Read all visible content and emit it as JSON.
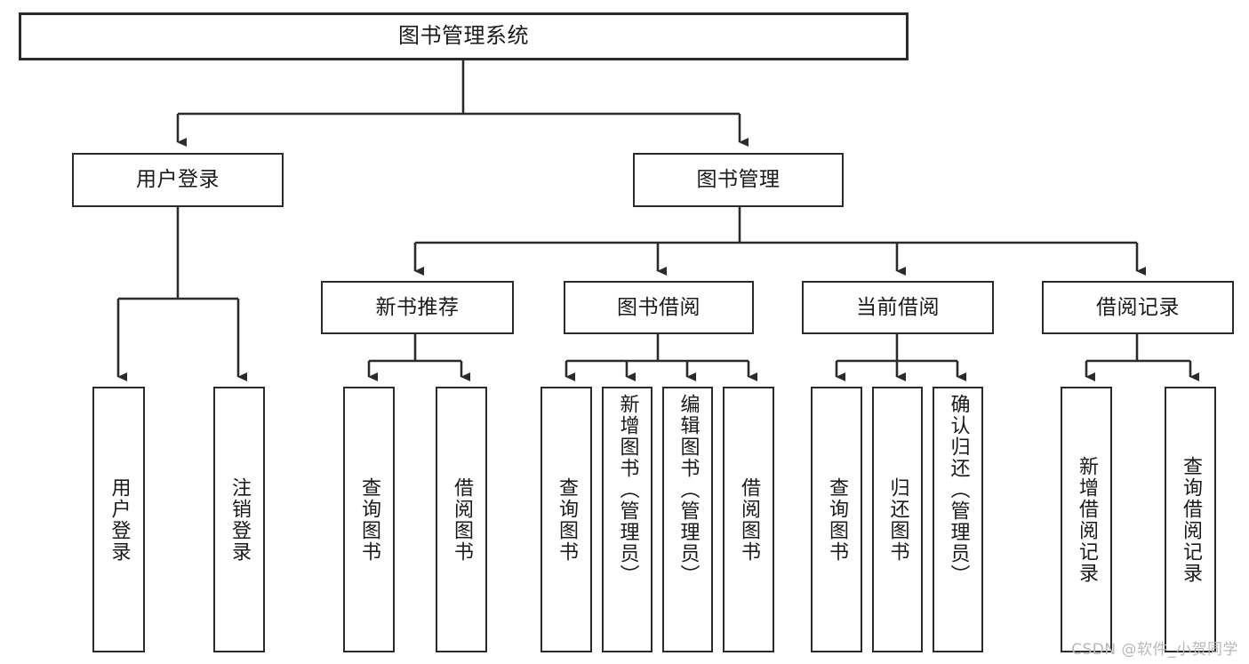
{
  "diagram": {
    "title": "图书管理系统",
    "type": "tree",
    "orientation": "top-down",
    "stroke_color": "#2b2b2b",
    "fill_color": "#ffffff",
    "text_color": "#1a1a1a",
    "root": {
      "label": "图书管理系统"
    },
    "level2": [
      {
        "label": "用户登录"
      },
      {
        "label": "图书管理"
      }
    ],
    "level3": [
      {
        "label": "新书推荐"
      },
      {
        "label": "图书借阅"
      },
      {
        "label": "当前借阅"
      },
      {
        "label": "借阅记录"
      }
    ],
    "leaves": {
      "user_login": [
        {
          "label": "用户登录"
        },
        {
          "label": "注销登录"
        }
      ],
      "new_book_recommend": [
        {
          "label": "查询图书"
        },
        {
          "label": "借阅图书"
        }
      ],
      "book_borrow": [
        {
          "label": "查询图书"
        },
        {
          "label": "新增图书（管理员）"
        },
        {
          "label": "编辑图书（管理员）"
        },
        {
          "label": "借阅图书"
        }
      ],
      "current_borrow": [
        {
          "label": "查询图书"
        },
        {
          "label": "归还图书"
        },
        {
          "label": "确认归还（管理员）"
        }
      ],
      "borrow_record": [
        {
          "label": "新增借阅记录"
        },
        {
          "label": "查询借阅记录"
        }
      ]
    }
  },
  "watermark": {
    "text": "CSDN @软件_小贺同学"
  }
}
